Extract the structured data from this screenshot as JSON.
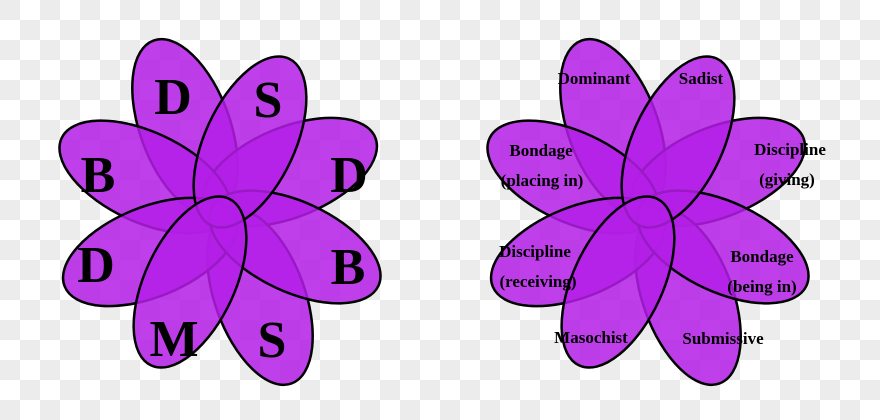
{
  "petal_fill": "#b010ea",
  "petal_stroke": "#000000",
  "left_flower": {
    "name": "letters",
    "petals": [
      {
        "id": "top-left",
        "letter": "D"
      },
      {
        "id": "top-right",
        "letter": "S"
      },
      {
        "id": "right-upper",
        "letter": "D"
      },
      {
        "id": "right-lower",
        "letter": "B"
      },
      {
        "id": "bottom-right",
        "letter": "S"
      },
      {
        "id": "bottom-left",
        "letter": "M"
      },
      {
        "id": "left-lower",
        "letter": "D"
      },
      {
        "id": "left-upper",
        "letter": "B"
      }
    ]
  },
  "right_flower": {
    "name": "words",
    "petals": [
      {
        "id": "top-left",
        "line1": "Dominant",
        "line2": ""
      },
      {
        "id": "top-right",
        "line1": "Sadist",
        "line2": ""
      },
      {
        "id": "right-upper",
        "line1": "Discipline",
        "line2": "(giving)"
      },
      {
        "id": "right-lower",
        "line1": "Bondage",
        "line2": "(being in)"
      },
      {
        "id": "bottom-right",
        "line1": "Submissive",
        "line2": ""
      },
      {
        "id": "bottom-left",
        "line1": "Masochist",
        "line2": ""
      },
      {
        "id": "left-lower",
        "line1": "Discipline",
        "line2": "(receiving)"
      },
      {
        "id": "left-upper",
        "line1": "Bondage",
        "line2": "(placing in)"
      }
    ]
  }
}
